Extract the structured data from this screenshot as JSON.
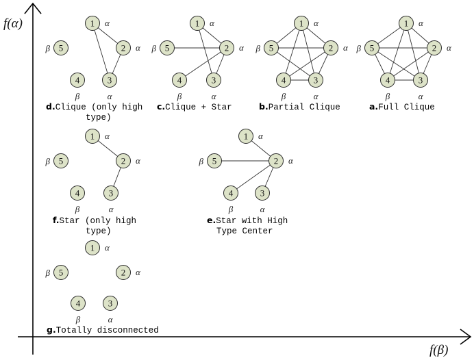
{
  "axes": {
    "y_label": "f(α)",
    "x_label": "f(β)"
  },
  "graphs": [
    {
      "id": "d",
      "letter": "d.",
      "caption_lines": [
        "Clique (only high",
        "type)"
      ],
      "nodes": [
        {
          "num": "1",
          "type": "α"
        },
        {
          "num": "2",
          "type": "α"
        },
        {
          "num": "3",
          "type": "α"
        },
        {
          "num": "4",
          "type": "β"
        },
        {
          "num": "5",
          "type": "β"
        }
      ],
      "edges": [
        [
          "1",
          "2"
        ],
        [
          "1",
          "3"
        ],
        [
          "2",
          "3"
        ]
      ]
    },
    {
      "id": "c",
      "letter": "c.",
      "caption_lines": [
        "Clique + Star"
      ],
      "nodes": [
        {
          "num": "1",
          "type": "α"
        },
        {
          "num": "2",
          "type": "α"
        },
        {
          "num": "3",
          "type": "α"
        },
        {
          "num": "4",
          "type": "β"
        },
        {
          "num": "5",
          "type": "β"
        }
      ],
      "edges": [
        [
          "1",
          "2"
        ],
        [
          "1",
          "3"
        ],
        [
          "2",
          "3"
        ],
        [
          "5",
          "2"
        ],
        [
          "4",
          "2"
        ]
      ]
    },
    {
      "id": "b",
      "letter": "b.",
      "caption_lines": [
        "Partial Clique"
      ],
      "nodes": [
        {
          "num": "1",
          "type": "α"
        },
        {
          "num": "2",
          "type": "α"
        },
        {
          "num": "3",
          "type": "α"
        },
        {
          "num": "4",
          "type": "β"
        },
        {
          "num": "5",
          "type": "β"
        }
      ],
      "edges": [
        [
          "1",
          "2"
        ],
        [
          "1",
          "3"
        ],
        [
          "1",
          "4"
        ],
        [
          "1",
          "5"
        ],
        [
          "2",
          "3"
        ],
        [
          "2",
          "4"
        ],
        [
          "2",
          "5"
        ],
        [
          "3",
          "4"
        ],
        [
          "3",
          "5"
        ]
      ]
    },
    {
      "id": "a",
      "letter": "a.",
      "caption_lines": [
        "Full Clique"
      ],
      "nodes": [
        {
          "num": "1",
          "type": "α"
        },
        {
          "num": "2",
          "type": "α"
        },
        {
          "num": "3",
          "type": "α"
        },
        {
          "num": "4",
          "type": "β"
        },
        {
          "num": "5",
          "type": "β"
        }
      ],
      "edges": [
        [
          "1",
          "2"
        ],
        [
          "1",
          "3"
        ],
        [
          "1",
          "4"
        ],
        [
          "1",
          "5"
        ],
        [
          "2",
          "3"
        ],
        [
          "2",
          "4"
        ],
        [
          "2",
          "5"
        ],
        [
          "3",
          "4"
        ],
        [
          "3",
          "5"
        ],
        [
          "4",
          "5"
        ]
      ]
    },
    {
      "id": "f",
      "letter": "f.",
      "caption_lines": [
        "Star (only high",
        "type)"
      ],
      "nodes": [
        {
          "num": "1",
          "type": "α"
        },
        {
          "num": "2",
          "type": "α"
        },
        {
          "num": "3",
          "type": "α"
        },
        {
          "num": "4",
          "type": "β"
        },
        {
          "num": "5",
          "type": "β"
        }
      ],
      "edges": [
        [
          "1",
          "2"
        ],
        [
          "3",
          "2"
        ]
      ]
    },
    {
      "id": "e",
      "letter": "e.",
      "caption_lines": [
        "Star with High",
        "Type Center"
      ],
      "nodes": [
        {
          "num": "1",
          "type": "α"
        },
        {
          "num": "2",
          "type": "α"
        },
        {
          "num": "3",
          "type": "α"
        },
        {
          "num": "4",
          "type": "β"
        },
        {
          "num": "5",
          "type": "β"
        }
      ],
      "edges": [
        [
          "1",
          "2"
        ],
        [
          "3",
          "2"
        ],
        [
          "4",
          "2"
        ],
        [
          "5",
          "2"
        ]
      ]
    },
    {
      "id": "g",
      "letter": "g.",
      "caption_lines": [
        "Totally disconnected"
      ],
      "nodes": [
        {
          "num": "1",
          "type": "α"
        },
        {
          "num": "2",
          "type": "α"
        },
        {
          "num": "3",
          "type": "α"
        },
        {
          "num": "4",
          "type": "β"
        },
        {
          "num": "5",
          "type": "β"
        }
      ],
      "edges": []
    }
  ]
}
